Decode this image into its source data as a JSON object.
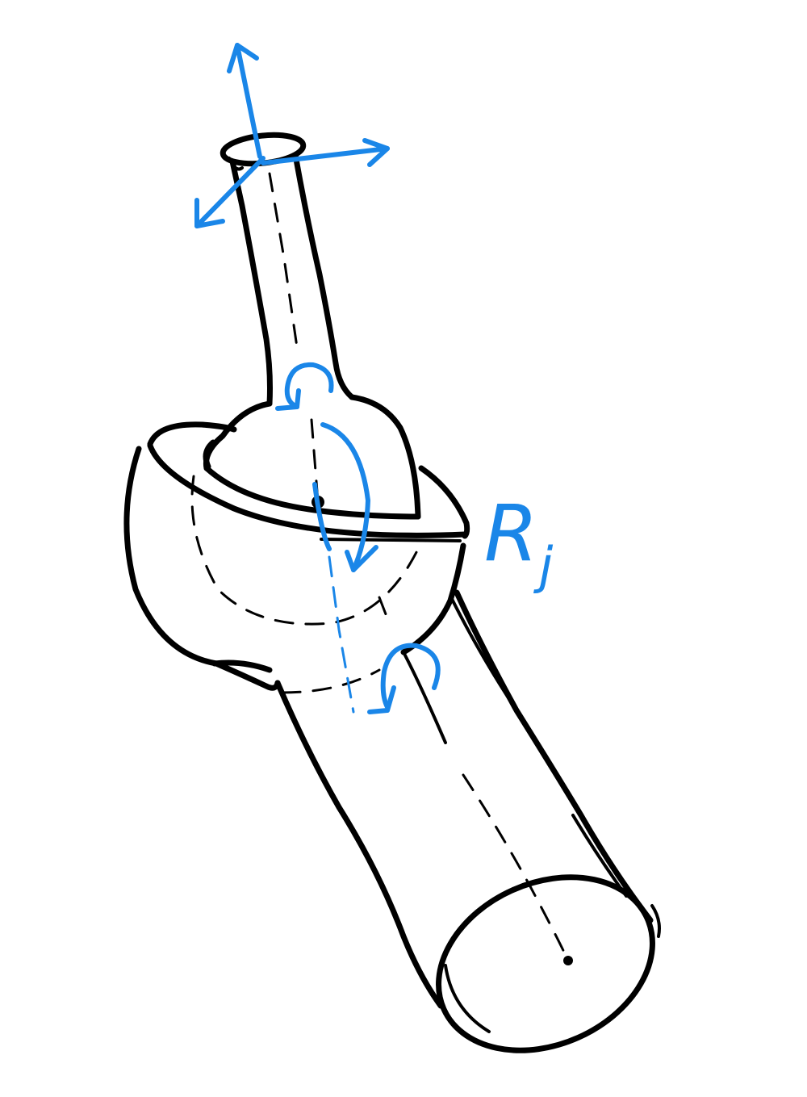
{
  "diagram": {
    "joint_label": {
      "main": "R",
      "subscript": "j"
    },
    "colors": {
      "ink": "#000000",
      "annotation": "#1a86e8",
      "background": "#ffffff"
    },
    "elements": [
      "upper-link-shaft",
      "ball-joint-sphere",
      "socket-ring",
      "lower-link-cylinder",
      "joint-axis-dashed",
      "coordinate-frame-arrows",
      "rotation-arrow-upper",
      "rotation-arrow-middle",
      "rotation-arrow-lower"
    ]
  }
}
